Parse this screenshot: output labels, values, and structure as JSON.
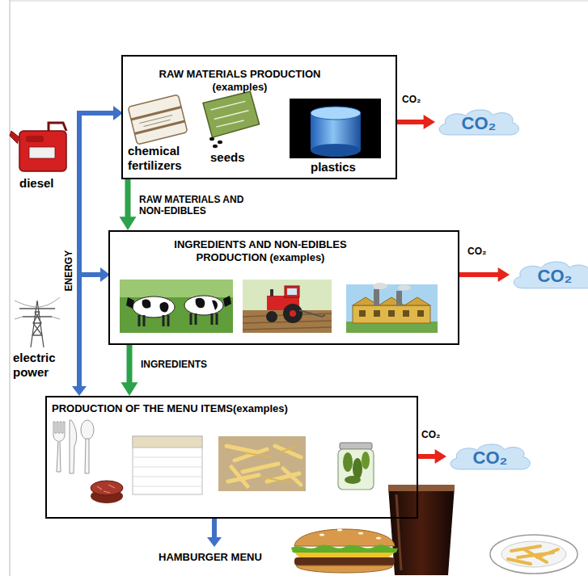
{
  "diagram": {
    "nodes": [
      {
        "text": [
          "RAW MATERIALS PRODUCTION (examples)",
          "chemical fertilizers",
          "seeds",
          "plastics"
        ]
      },
      {
        "text": [
          "CO₂"
        ]
      },
      {
        "text": [
          "INGREDIENTS AND NON-EDIBLES PRODUCTION (examples)"
        ]
      },
      {
        "text": [
          "CO₂"
        ]
      },
      {
        "text": [
          "PRODUCTION OF THE MENU ITEMS(examples)"
        ]
      },
      {
        "text": [
          "CO₂"
        ]
      }
    ],
    "edges": [
      {
        "from": 0,
        "to": 1,
        "label": "CO₂",
        "arrow": "to"
      },
      {
        "from": 0,
        "to": 2,
        "label": "RAW MATERIALS AND NON-EDIBLES",
        "arrow": "to"
      },
      {
        "from": 2,
        "to": 3,
        "label": "CO₂",
        "arrow": "to"
      },
      {
        "from": 2,
        "to": 4,
        "label": "INGREDIENTS",
        "arrow": "to"
      },
      {
        "from": 4,
        "to": 5,
        "label": "CO₂",
        "arrow": "to"
      }
    ],
    "labels": [
      "diesel",
      "ENERGY",
      "electric power",
      "HAMBURGER MENU"
    ]
  }
}
